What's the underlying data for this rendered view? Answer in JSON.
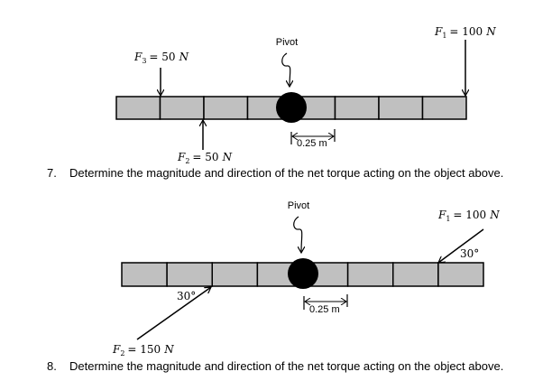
{
  "diagram1": {
    "pivot_label": "Pivot",
    "forces": [
      {
        "name": "F",
        "sub": "1",
        "value": "= 100",
        "unit": "N"
      },
      {
        "name": "F",
        "sub": "3",
        "value": "= 50",
        "unit": "N"
      },
      {
        "name": "F",
        "sub": "2",
        "value": "= 50",
        "unit": "N"
      }
    ],
    "segment_length": "0.25 m",
    "segments": 8,
    "question_number": "7.",
    "question_text": "Determine the magnitude and direction of the net torque acting on the object above."
  },
  "diagram2": {
    "pivot_label": "Pivot",
    "forces": [
      {
        "name": "F",
        "sub": "1",
        "value": "= 100",
        "unit": "N",
        "angle": "30°"
      },
      {
        "name": "F",
        "sub": "2",
        "value": "= 150",
        "unit": "N",
        "angle": "30°"
      }
    ],
    "segment_length": "0.25 m",
    "segments": 8,
    "question_number": "8.",
    "question_text": "Determine the magnitude and direction of the net torque acting on the object above."
  },
  "colors": {
    "bar_fill": "#c0c0c0",
    "stroke": "#000000",
    "pivot": "#000000"
  }
}
